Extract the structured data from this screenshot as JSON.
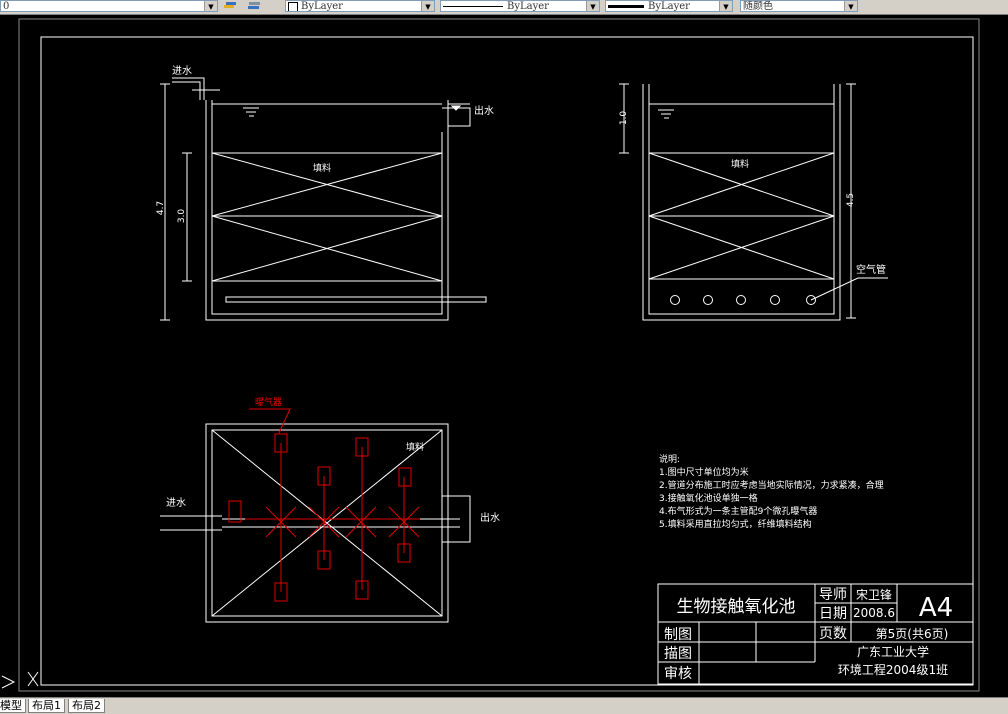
{
  "toolbar": {
    "layer_value": "0",
    "color_value": "ByLayer",
    "linetype_value": "ByLayer",
    "lineweight_value": "ByLayer",
    "plotstyle_value": "随颜色"
  },
  "tabs": [
    "模型",
    "布局1",
    "布局2"
  ],
  "drawing": {
    "elevation_left": {
      "inlet": "进水",
      "outlet": "出水",
      "packing": "填料",
      "dim_total": "4.7",
      "dim_packing": "3.0"
    },
    "elevation_right": {
      "packing": "填料",
      "dim_top": "1.0",
      "dim_total": "4.5",
      "air_pipe": "空气管"
    },
    "plan": {
      "aerator": "曝气器",
      "packing": "填料",
      "inlet": "进水",
      "outlet": "出水"
    },
    "notes": {
      "title": "说明:",
      "items": [
        "1.图中尺寸单位均为米",
        "2.管道分布施工时应考虑当地实际情况，力求紧凑，合理",
        "3.接触氧化池设单独一格",
        "4.布气形式为一条主管配9个微孔曝气器",
        "5.填料采用直拉均匀式，纤维填料结构"
      ]
    },
    "title_block": {
      "drawing_name": "生物接触氧化池",
      "advisor_label": "导师",
      "advisor": "宋卫锋",
      "date_label": "日期",
      "date": "2008.6",
      "size": "A4",
      "page_label": "页数",
      "page": "第5页(共6页)",
      "drawn_label": "制图",
      "traced_label": "描图",
      "review_label": "审核",
      "university": "广东工业大学",
      "class": "环境工程2004级1班"
    }
  }
}
